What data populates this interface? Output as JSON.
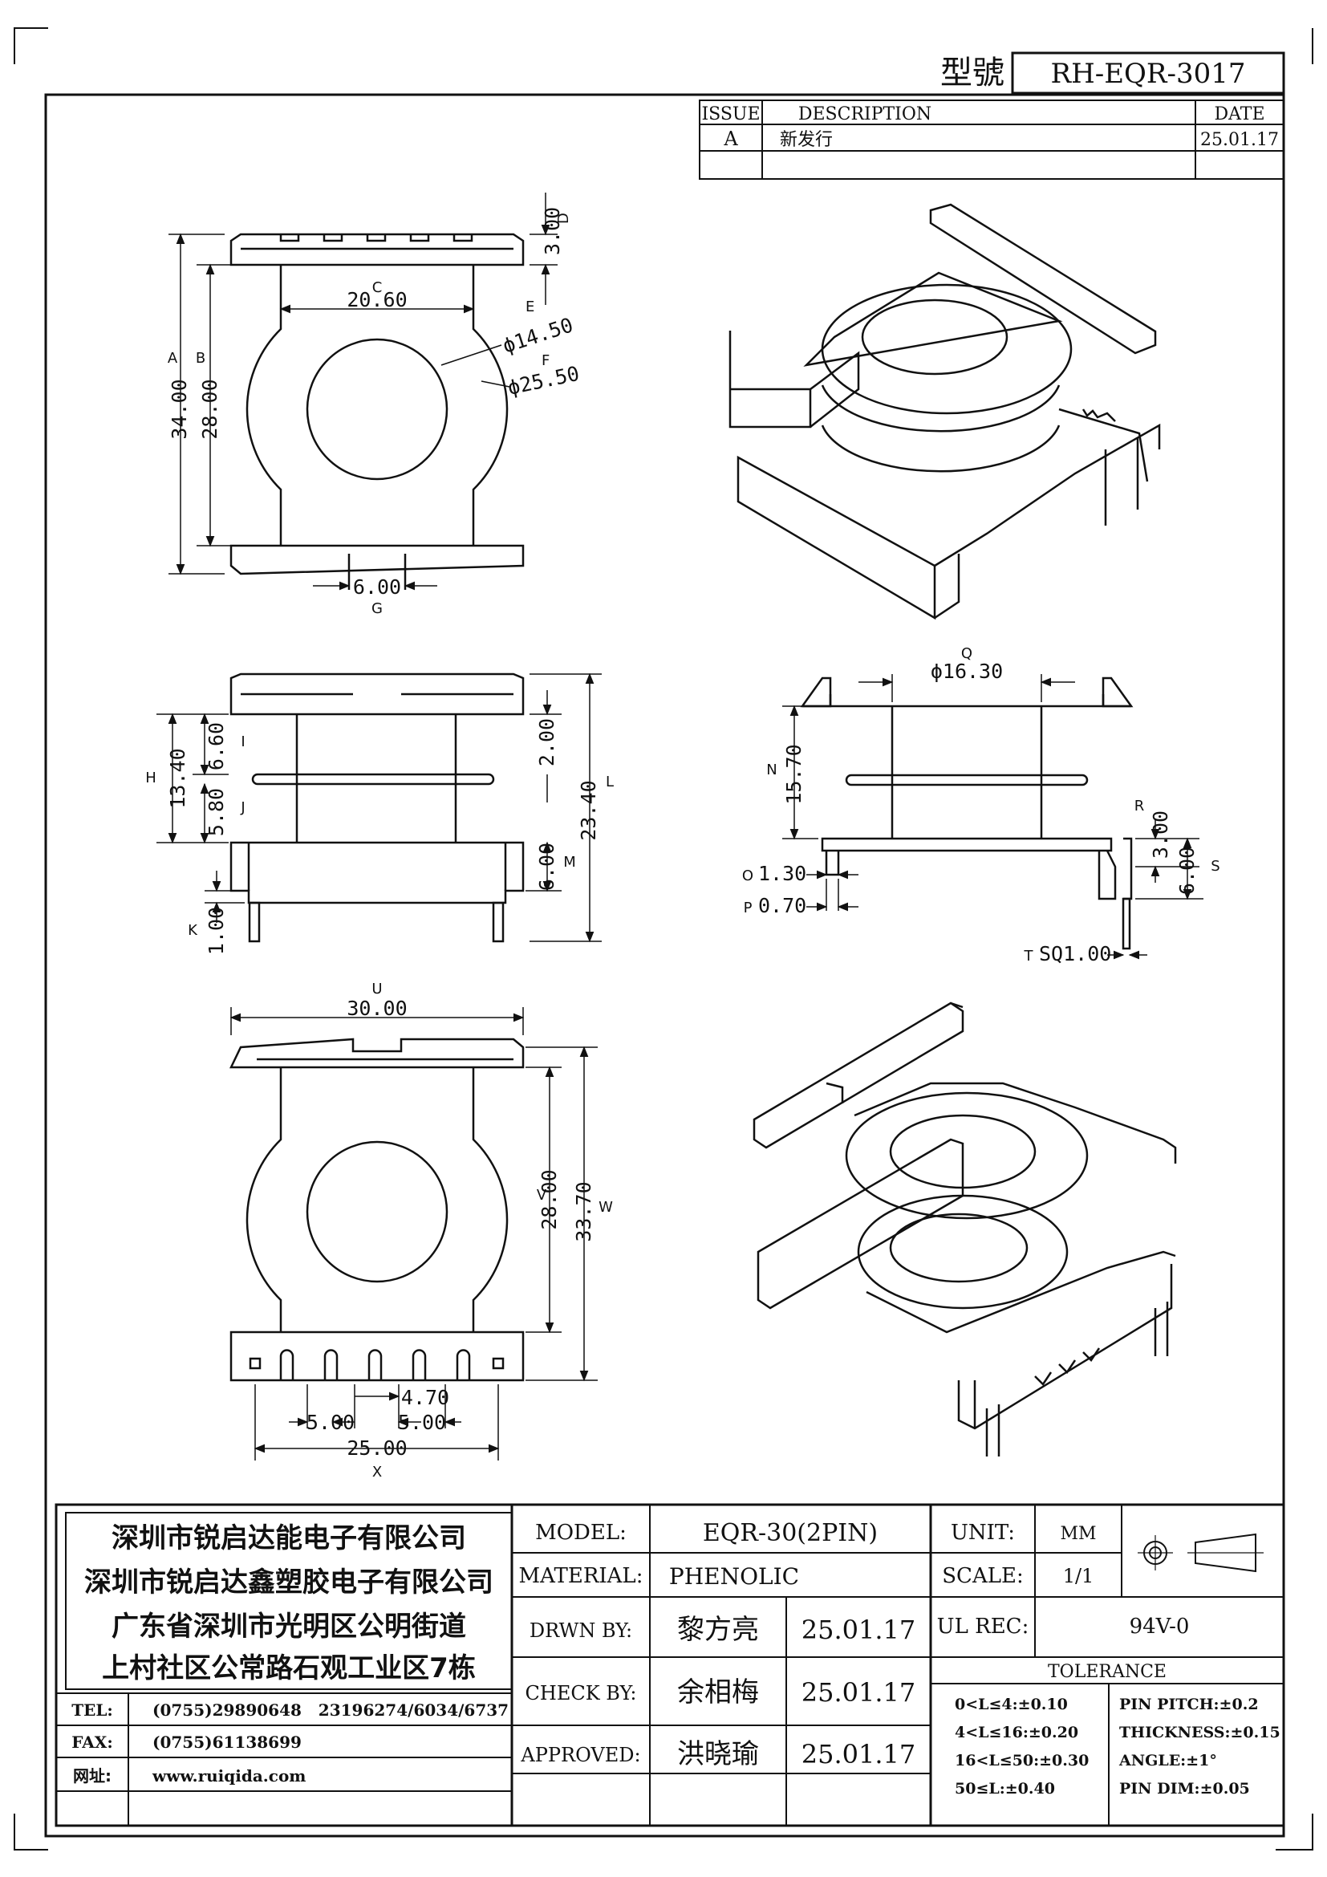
{
  "header": {
    "model_label": "型號",
    "model_no": "RH-EQR-3017",
    "revision": {
      "col_issue": "ISSUE",
      "col_description": "DESCRIPTION",
      "col_date": "DATE",
      "rows": [
        {
          "issue": "A",
          "description": "新发行",
          "date": "25.01.17"
        }
      ]
    }
  },
  "dims": {
    "top_view": {
      "d3": "3.00",
      "d3_tag": "D",
      "d20": "20.60",
      "d20_tag": "C",
      "dia14": "ϕ14.50",
      "dia14_tag": "E",
      "dia25": "ϕ25.50",
      "dia25_tag": "F",
      "d34": "34.00",
      "d34_tag": "A",
      "d28": "28.00",
      "d28_tag": "B",
      "d6": "6.00",
      "d6_tag": "G"
    },
    "front_view": {
      "d660": "6.60",
      "d660_tag": "I",
      "d1340": "13.40",
      "d1340_tag": "H",
      "d580": "5.80",
      "d580_tag": "J",
      "d200": "2.00",
      "d2340": "23.40",
      "d2340_tag": "L",
      "d600": "6.00",
      "d600_tag": "M",
      "d100": "1.00",
      "d100_tag": "K"
    },
    "side_view": {
      "dia16": "ϕ16.30",
      "dia16_tag": "Q",
      "d1570": "15.70",
      "d1570_tag": "N",
      "d130": "1.30",
      "d130_tag": "O",
      "d070": "0.70",
      "d070_tag": "P",
      "d300": "3.00",
      "d300_tag": "R",
      "d600": "6.00",
      "d600_tag": "S",
      "sq": "SQ1.00",
      "sq_tag": "T"
    },
    "bottom_view": {
      "d30": "30.00",
      "d30_tag": "U",
      "d28": "28.00",
      "d28_tag": "V",
      "d3370": "33.70",
      "d3370_tag": "W",
      "d470": "4.70",
      "d5a": "5.00",
      "d5b": "5.00",
      "d25": "25.00",
      "d25_tag": "X"
    }
  },
  "title_block": {
    "company_lines": [
      "深圳市锐启达能电子有限公司",
      "深圳市锐启达鑫塑胶电子有限公司",
      "广东省深圳市光明区公明街道",
      "上村社区公常路石观工业区7栋"
    ],
    "tel_label": "TEL:",
    "tel_value": "(0755)29890648   23196274/6034/6737",
    "fax_label": "FAX:",
    "fax_value": "(0755)61138699",
    "web_label": "网址:",
    "web_value": "www.ruiqida.com",
    "model_label": "MODEL:",
    "model_value": "EQR-30(2PIN)",
    "material_label": "MATERIAL:",
    "material_value": "PHENOLIC",
    "drawn_label": "DRWN BY:",
    "drawn_name": "黎方亮",
    "drawn_date": "25.01.17",
    "check_label": "CHECK BY:",
    "check_name": "余相梅",
    "check_date": "25.01.17",
    "approved_label": "APPROVED:",
    "approved_name": "洪晓瑜",
    "approved_date": "25.01.17",
    "unit_label": "UNIT:",
    "unit_value": "MM",
    "scale_label": "SCALE:",
    "scale_value": "1/1",
    "ul_label": "UL REC:",
    "ul_value": "94V-0",
    "tolerance_title": "TOLERANCE",
    "tol_left": [
      "0<L≤4:±0.10",
      "4<L≤16:±0.20",
      "16<L≤50:±0.30",
      "50≤L:±0.40"
    ],
    "tol_right": [
      "PIN PITCH:±0.2",
      "THICKNESS:±0.15",
      "ANGLE:±1°",
      "PIN DIM:±0.05"
    ]
  }
}
